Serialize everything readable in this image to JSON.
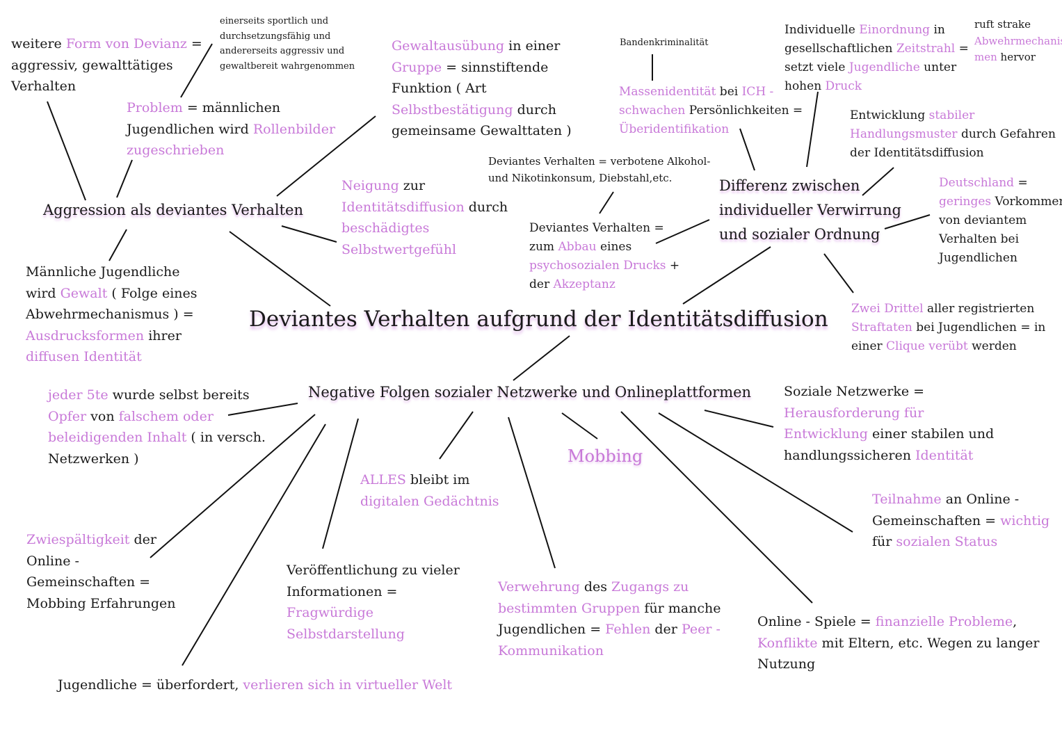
{
  "colors": {
    "accent": "#c879d8",
    "text": "#1a1a1a",
    "lines": "#111111"
  },
  "central_title": "Deviantes Verhalten aufgrund der Identitätsdiffusion",
  "branches": {
    "aggression": "Aggression als deviantes Verhalten",
    "differenz": [
      "Differenz zwischen",
      "individueller Verwirrung",
      "und sozialer Ordnung"
    ],
    "negative": "Negative Folgen sozialer Netzwerke und Onlineplattformen"
  },
  "mobbing": "Mobbing",
  "notes": {
    "weitere_form": [
      [
        [
          "b",
          "weitere "
        ],
        [
          "p",
          "Form von Devianz"
        ],
        [
          "b",
          " ="
        ]
      ],
      [
        [
          "b",
          "aggressiv, gewalttätiges"
        ]
      ],
      [
        [
          "b",
          "Verhalten"
        ]
      ]
    ],
    "einerseits": [
      [
        [
          "b",
          "einerseits sportlich und"
        ]
      ],
      [
        [
          "b",
          "durchsetzungsfähig und"
        ]
      ],
      [
        [
          "b",
          "andererseits aggressiv und"
        ]
      ],
      [
        [
          "b",
          "gewaltbereit wahrgenommen"
        ]
      ]
    ],
    "problem": [
      [
        [
          "p",
          "Problem"
        ],
        [
          "b",
          " = männlichen"
        ]
      ],
      [
        [
          "b",
          "Jugendlichen wird "
        ],
        [
          "p",
          "Rollenbilder"
        ]
      ],
      [
        [
          "p",
          "zugeschrieben"
        ]
      ]
    ],
    "gewaltausuebung": [
      [
        [
          "p",
          "Gewaltausübung"
        ],
        [
          "b",
          " in einer"
        ]
      ],
      [
        [
          "p",
          "Gruppe"
        ],
        [
          "b",
          " = sinnstiftende"
        ]
      ],
      [
        [
          "b",
          "Funktion ( Art"
        ]
      ],
      [
        [
          "p",
          "Selbstbestätigung"
        ],
        [
          "b",
          " durch"
        ]
      ],
      [
        [
          "b",
          "gemeinsame Gewalttaten )"
        ]
      ]
    ],
    "bandenkriminalitaet": [
      [
        [
          "b",
          "Bandenkriminalität"
        ]
      ]
    ],
    "massenidentitaet": [
      [
        [
          "p",
          "Massenidentität"
        ],
        [
          "b",
          " bei "
        ],
        [
          "p",
          "ICH -"
        ]
      ],
      [
        [
          "p",
          "schwachen"
        ],
        [
          "b",
          " Persönlichkeiten ="
        ]
      ],
      [
        [
          "p",
          "Überidentifikation"
        ]
      ]
    ],
    "individuelle_einordnung": [
      [
        [
          "b",
          "Individuelle "
        ],
        [
          "p",
          "Einordnung"
        ],
        [
          "b",
          " in"
        ]
      ],
      [
        [
          "b",
          "gesellschaftlichen "
        ],
        [
          "p",
          "Zeitstrahl"
        ],
        [
          "b",
          " ="
        ]
      ],
      [
        [
          "b",
          "setzt viele "
        ],
        [
          "p",
          "Jugendliche"
        ],
        [
          "b",
          " unter"
        ]
      ],
      [
        [
          "b",
          "hohen "
        ],
        [
          "p",
          "Druck"
        ]
      ]
    ],
    "ruft_strake": [
      [
        [
          "b",
          "ruft strake"
        ]
      ],
      [
        [
          "p",
          "Abwehrmechanis"
        ]
      ],
      [
        [
          "p",
          "men"
        ],
        [
          "b",
          " hervor"
        ]
      ]
    ],
    "entwicklung_stabiler": [
      [
        [
          "b",
          "Entwicklung "
        ],
        [
          "p",
          "stabiler"
        ]
      ],
      [
        [
          "p",
          "Handlungsmuster"
        ],
        [
          "b",
          " durch Gefahren"
        ]
      ],
      [
        [
          "b",
          "der Identitätsdiffusion"
        ]
      ]
    ],
    "deviantes_alkohol": [
      [
        [
          "b",
          "Deviantes Verhalten = verbotene Alkohol-"
        ]
      ],
      [
        [
          "b",
          "und Nikotinkonsum, Diebstahl,etc."
        ]
      ]
    ],
    "neigung": [
      [
        [
          "p",
          "Neigung"
        ],
        [
          "b",
          " zur"
        ]
      ],
      [
        [
          "p",
          "Identitätsdiffusion"
        ],
        [
          "b",
          " durch"
        ]
      ],
      [
        [
          "p",
          "beschädigtes"
        ]
      ],
      [
        [
          "p",
          "Selbstwertgefühl"
        ]
      ]
    ],
    "deviantes_abbau": [
      [
        [
          "b",
          "Deviantes Verhalten ="
        ]
      ],
      [
        [
          "b",
          "zum "
        ],
        [
          "p",
          "Abbau"
        ],
        [
          "b",
          " eines"
        ]
      ],
      [
        [
          "p",
          "psychosozialen Drucks"
        ],
        [
          "b",
          " +"
        ]
      ],
      [
        [
          "b",
          "der "
        ],
        [
          "p",
          "Akzeptanz"
        ]
      ]
    ],
    "deutschland": [
      [
        [
          "p",
          "Deutschland"
        ],
        [
          "b",
          " ="
        ]
      ],
      [
        [
          "p",
          "geringes"
        ],
        [
          "b",
          " Vorkommen"
        ]
      ],
      [
        [
          "b",
          "von deviantem"
        ]
      ],
      [
        [
          "b",
          "Verhalten bei"
        ]
      ],
      [
        [
          "b",
          "Jugendlichen"
        ]
      ]
    ],
    "maennliche": [
      [
        [
          "b",
          "Männliche Jugendliche"
        ]
      ],
      [
        [
          "b",
          "wird "
        ],
        [
          "p",
          "Gewalt"
        ],
        [
          "b",
          " ( Folge eines"
        ]
      ],
      [
        [
          "b",
          "Abwehrmechanismus ) ="
        ]
      ],
      [
        [
          "p",
          "Ausdrucksformen"
        ],
        [
          "b",
          " ihrer"
        ]
      ],
      [
        [
          "p",
          "diffusen Identität"
        ]
      ]
    ],
    "zwei_drittel": [
      [
        [
          "p",
          "Zwei Drittel"
        ],
        [
          "b",
          " aller registrierten"
        ]
      ],
      [
        [
          "p",
          "Straftaten"
        ],
        [
          "b",
          " bei Jugendlichen = in"
        ]
      ],
      [
        [
          "b",
          "einer "
        ],
        [
          "p",
          "Clique verübt"
        ],
        [
          "b",
          " werden"
        ]
      ]
    ],
    "jeder_5te": [
      [
        [
          "p",
          "jeder 5te"
        ],
        [
          "b",
          " wurde selbst bereits"
        ]
      ],
      [
        [
          "p",
          "Opfer"
        ],
        [
          "b",
          " von "
        ],
        [
          "p",
          "falschem oder"
        ]
      ],
      [
        [
          "p",
          "beleidigenden Inhalt"
        ],
        [
          "b",
          " ( in versch."
        ]
      ],
      [
        [
          "b",
          "Netzwerken )"
        ]
      ]
    ],
    "soziale_netzwerke": [
      [
        [
          "b",
          "Soziale Netzwerke ="
        ]
      ],
      [
        [
          "p",
          "Herausforderung für"
        ]
      ],
      [
        [
          "p",
          "Entwicklung"
        ],
        [
          "b",
          " einer stabilen und"
        ]
      ],
      [
        [
          "b",
          "handlungssicheren "
        ],
        [
          "p",
          "Identität"
        ]
      ]
    ],
    "alles": [
      [
        [
          "p",
          "ALLES"
        ],
        [
          "b",
          " bleibt im"
        ]
      ],
      [
        [
          "p",
          "digitalen Gedächtnis"
        ]
      ]
    ],
    "teilnahme": [
      [
        [
          "p",
          "Teilnahme"
        ],
        [
          "b",
          " an Online -"
        ]
      ],
      [
        [
          "b",
          "Gemeinschaften = "
        ],
        [
          "p",
          "wichtig"
        ]
      ],
      [
        [
          "b",
          "für "
        ],
        [
          "p",
          "sozialen Status"
        ]
      ]
    ],
    "zwiespaeltigkeit": [
      [
        [
          "p",
          "Zwiespältigkeit"
        ],
        [
          "b",
          " der"
        ]
      ],
      [
        [
          "b",
          "Online -"
        ]
      ],
      [
        [
          "b",
          "Gemeinschaften ="
        ]
      ],
      [
        [
          "b",
          "Mobbing Erfahrungen"
        ]
      ]
    ],
    "veroeffentlichung": [
      [
        [
          "b",
          "Veröffentlichung zu vieler"
        ]
      ],
      [
        [
          "b",
          "Informationen ="
        ]
      ],
      [
        [
          "p",
          "Fragwürdige"
        ]
      ],
      [
        [
          "p",
          "Selbstdarstellung"
        ]
      ]
    ],
    "verwehrung": [
      [
        [
          "p",
          "Verwehrung"
        ],
        [
          "b",
          " des "
        ],
        [
          "p",
          "Zugangs zu"
        ]
      ],
      [
        [
          "p",
          "bestimmten Gruppen"
        ],
        [
          "b",
          " für manche"
        ]
      ],
      [
        [
          "b",
          "Jugendlichen = "
        ],
        [
          "p",
          "Fehlen"
        ],
        [
          "b",
          " der "
        ],
        [
          "p",
          "Peer -"
        ]
      ],
      [
        [
          "p",
          "Kommunikation"
        ]
      ]
    ],
    "online_spiele": [
      [
        [
          "b",
          "Online - Spiele = "
        ],
        [
          "p",
          "finanzielle Probleme"
        ],
        [
          "b",
          ","
        ]
      ],
      [
        [
          "p",
          "Konflikte"
        ],
        [
          "b",
          " mit Eltern, etc. Wegen zu langer"
        ]
      ],
      [
        [
          "b",
          "Nutzung"
        ]
      ]
    ],
    "jugendliche_ueberfordert": [
      [
        [
          "b",
          "Jugendliche = überfordert, "
        ],
        [
          "p",
          "verlieren sich in virtueller Welt"
        ]
      ]
    ]
  }
}
